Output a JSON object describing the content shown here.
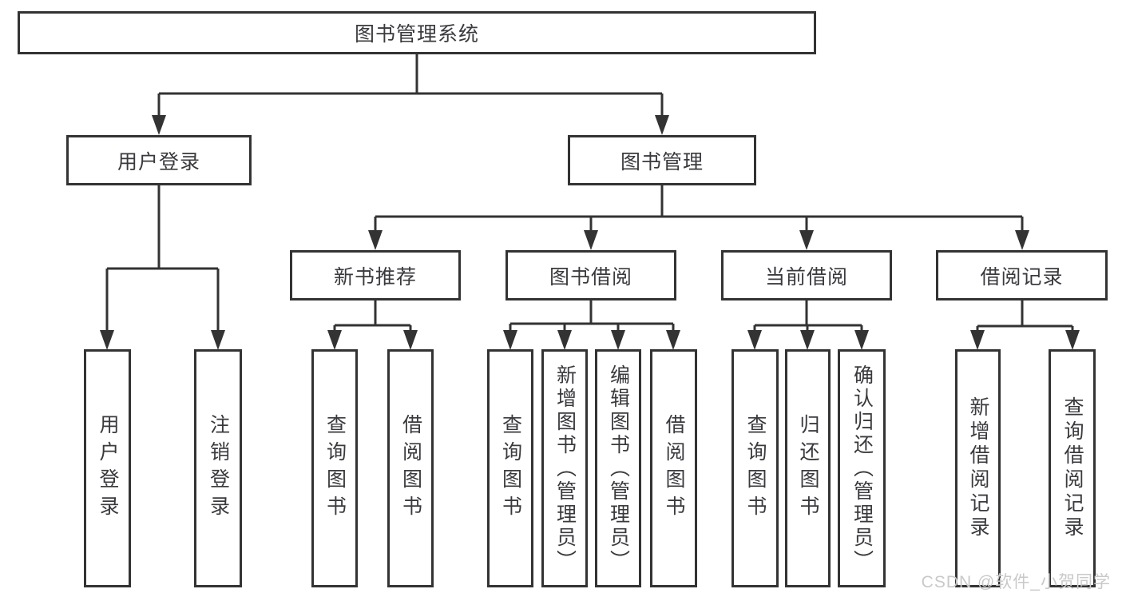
{
  "diagram": {
    "root": {
      "label": "图书管理系统"
    },
    "branches": [
      {
        "label": "用户登录",
        "children": [
          {
            "label": "用户登录"
          },
          {
            "label": "注销登录"
          }
        ]
      },
      {
        "label": "图书管理",
        "children": [
          {
            "label": "新书推荐",
            "children": [
              {
                "label": "查询图书"
              },
              {
                "label": "借阅图书"
              }
            ]
          },
          {
            "label": "图书借阅",
            "children": [
              {
                "label": "查询图书"
              },
              {
                "label": "新增图书（管理员）"
              },
              {
                "label": "编辑图书（管理员）"
              },
              {
                "label": "借阅图书"
              }
            ]
          },
          {
            "label": "当前借阅",
            "children": [
              {
                "label": "查询图书"
              },
              {
                "label": "归还图书"
              },
              {
                "label": "确认归还（管理员）"
              }
            ]
          },
          {
            "label": "借阅记录",
            "children": [
              {
                "label": "新增借阅记录"
              },
              {
                "label": "查询借阅记录"
              }
            ]
          }
        ]
      }
    ]
  },
  "watermark": {
    "text": "CSDN @软件_小贺同学"
  },
  "colors": {
    "line": "#333333",
    "text": "#3a3a3e",
    "box_fill": "#ffffff",
    "watermark": "#c9c9c9",
    "background": "#ffffff"
  }
}
